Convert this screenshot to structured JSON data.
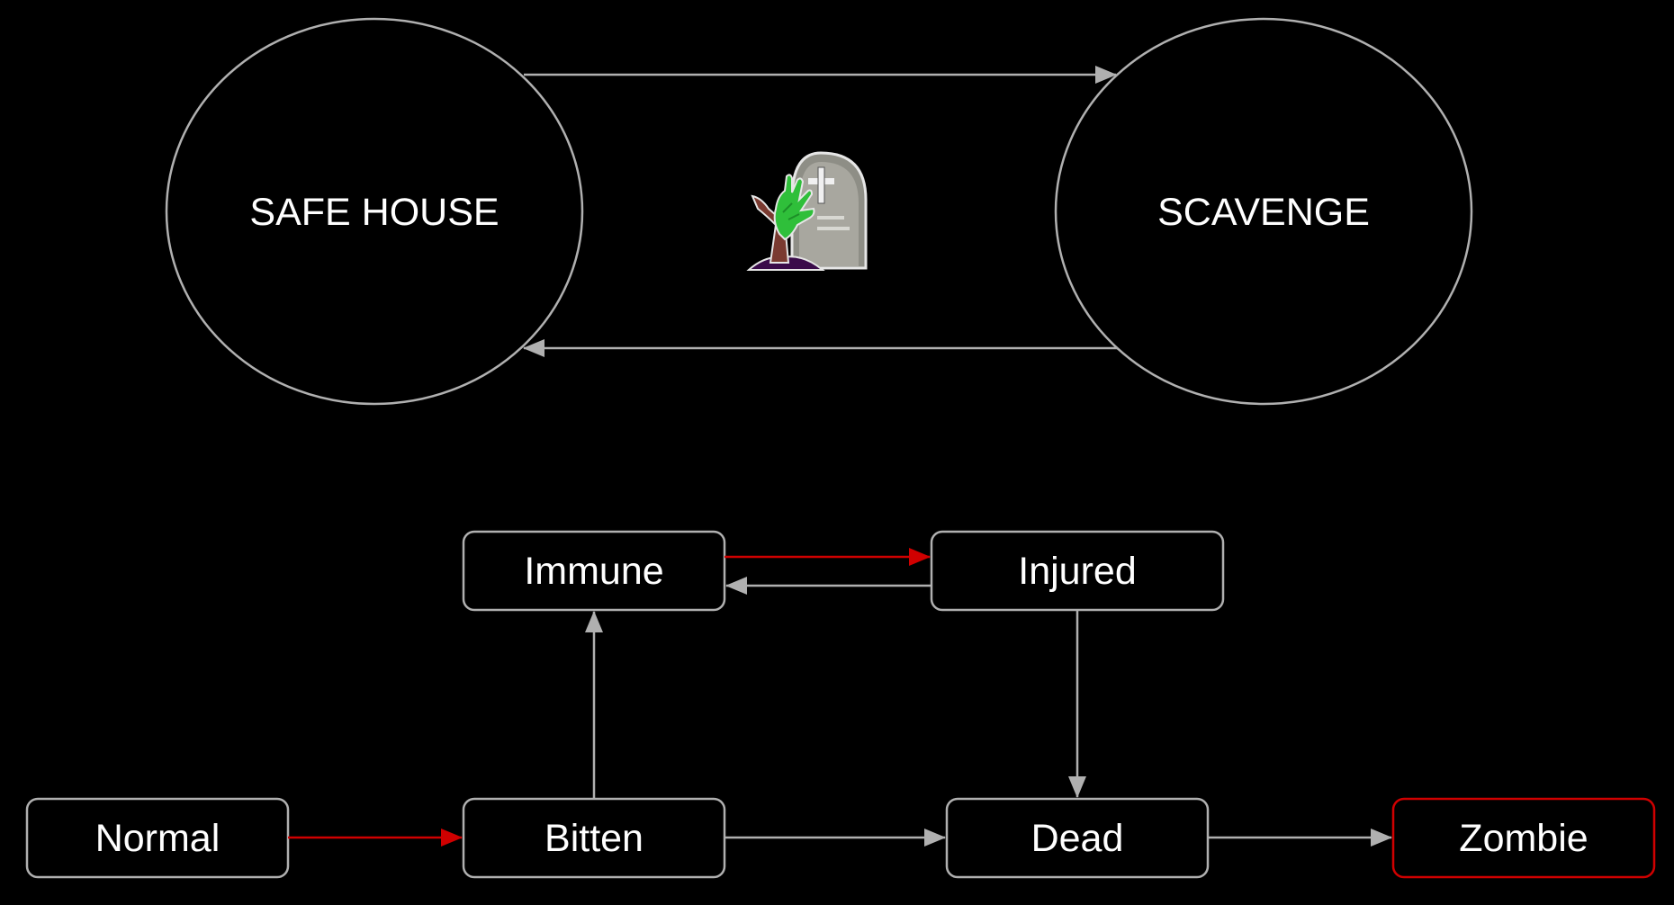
{
  "colors": {
    "background": "#000000",
    "stroke": "#b0b0b0",
    "text": "#ffffff",
    "accent_red": "#d00000"
  },
  "location_states": {
    "safe_house": "SAFE HOUSE",
    "scavenge": "SCAVENGE"
  },
  "center_icon": "zombie-grave-icon",
  "status_states": {
    "normal": "Normal",
    "bitten": "Bitten",
    "immune": "Immune",
    "injured": "Injured",
    "dead": "Dead",
    "zombie": "Zombie"
  },
  "transitions": [
    {
      "from": "SAFE HOUSE",
      "to": "SCAVENGE",
      "color": "#b0b0b0"
    },
    {
      "from": "SCAVENGE",
      "to": "SAFE HOUSE",
      "color": "#b0b0b0"
    },
    {
      "from": "Normal",
      "to": "Bitten",
      "color": "#d00000"
    },
    {
      "from": "Bitten",
      "to": "Immune",
      "color": "#b0b0b0"
    },
    {
      "from": "Bitten",
      "to": "Dead",
      "color": "#b0b0b0"
    },
    {
      "from": "Immune",
      "to": "Injured",
      "color": "#d00000"
    },
    {
      "from": "Injured",
      "to": "Immune",
      "color": "#b0b0b0"
    },
    {
      "from": "Injured",
      "to": "Dead",
      "color": "#b0b0b0"
    },
    {
      "from": "Dead",
      "to": "Zombie",
      "color": "#b0b0b0"
    }
  ]
}
